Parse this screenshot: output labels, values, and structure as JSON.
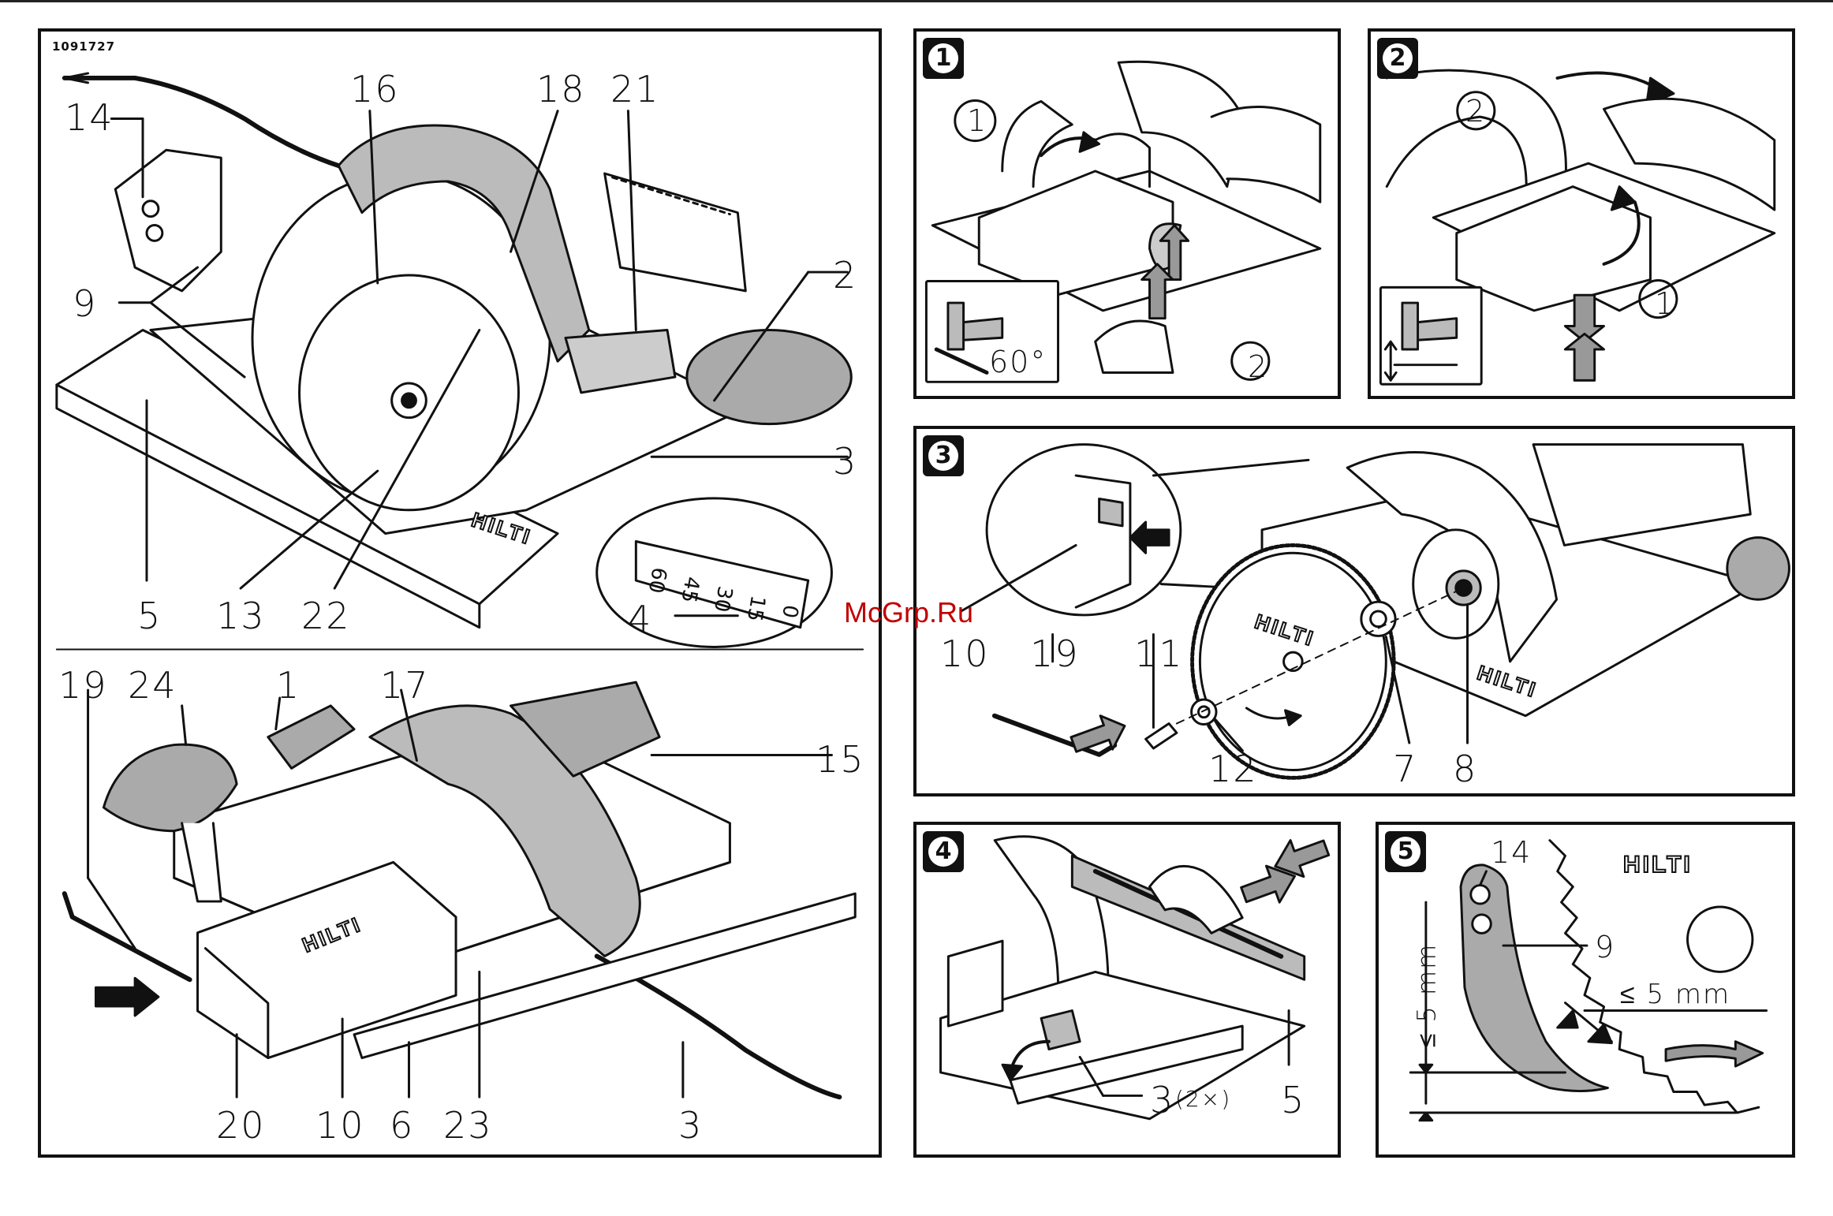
{
  "document_code": "1091727",
  "watermark": "McGrp.Ru",
  "brand": "HILTI",
  "overview_top": {
    "labels": {
      "l16": "16",
      "l18": "18",
      "l21": "21",
      "l14": "14",
      "l9": "9",
      "l2": "2",
      "l3": "3",
      "l4": "4",
      "l5": "5",
      "l13": "13",
      "l22": "22"
    },
    "scale_marks": [
      "0",
      "15",
      "30",
      "45",
      "60"
    ]
  },
  "overview_bottom": {
    "labels": {
      "l19": "19",
      "l24": "24",
      "l1": "1",
      "l17": "17",
      "l15": "15",
      "l20": "20",
      "l10": "10",
      "l6": "6",
      "l23": "23",
      "l3": "3"
    }
  },
  "step1": {
    "badge": "1",
    "angle": "60°",
    "marker1": "1",
    "marker2": "2"
  },
  "step2": {
    "badge": "2",
    "marker1": "2",
    "marker2": "1"
  },
  "step3": {
    "badge": "3",
    "labels": {
      "l10": "10",
      "l19": "19",
      "l11": "11",
      "l12": "12",
      "l7": "7",
      "l8": "8"
    }
  },
  "step4": {
    "badge": "4",
    "label3": "3",
    "label3_suffix": "(2×)",
    "label5": "5"
  },
  "step5": {
    "badge": "5",
    "label14": "14",
    "label9": "9",
    "dim_vertical": "≤ 5 mm",
    "dim_gap": "≤ 5 mm"
  }
}
